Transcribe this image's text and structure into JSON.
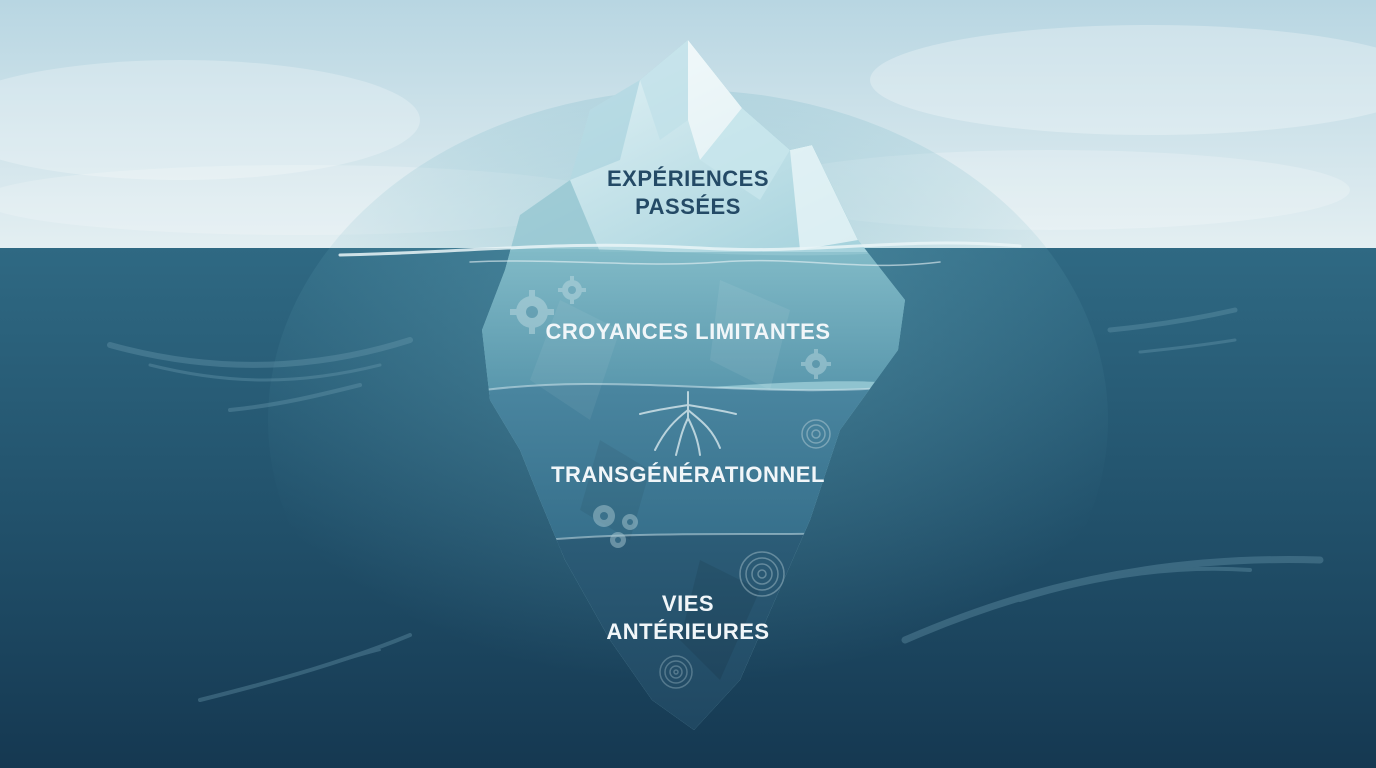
{
  "diagram": {
    "layers": [
      {
        "lines": [
          "EXPÉRIENCES",
          "PASSÉES"
        ]
      },
      {
        "lines": [
          "CROYANCES LIMITANTES"
        ]
      },
      {
        "lines": [
          "TRANSGÉNÉRATIONNEL"
        ]
      },
      {
        "lines": [
          "VIES",
          "ANTÉRIEURES"
        ]
      }
    ]
  },
  "colors": {
    "sky_top": "#bfd9e4",
    "sky_bottom": "#e3eef1",
    "sea_top": "#2d6680",
    "sea_bottom": "#163a52",
    "ice_light": "#d6ecf1",
    "ice_mid": "#9ccbd8",
    "label_dark": "#244a66",
    "label_light": "#f1f6f9"
  },
  "icons": [
    "gear-icon",
    "roots-icon",
    "spiral-icon"
  ]
}
